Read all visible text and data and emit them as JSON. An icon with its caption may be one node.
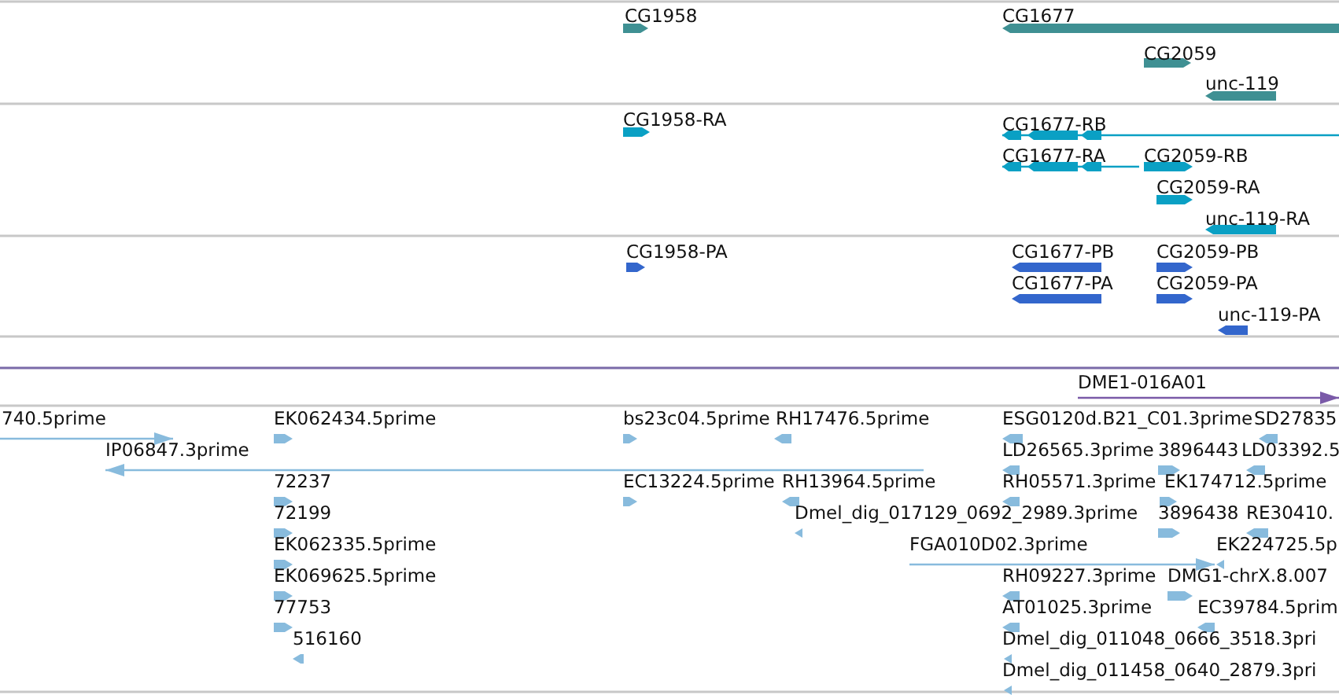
{
  "diagram": {
    "labels": [
      "CG1958",
      "CG1677",
      "CG2059",
      "unc-119",
      "CG1958-RA",
      "CG1677-RB",
      "CG1677-RA",
      "CG2059-RB",
      "CG2059-RA",
      "unc-119-RA",
      "CG1958-PA",
      "CG1677-PB",
      "CG2059-PB",
      "CG1677-PA",
      "CG2059-PA",
      "unc-119-PA",
      "DME1-016A01",
      "740.5prime",
      "EK062434.5prime",
      "bs23c04.5prime",
      "RH17476.5prime",
      "ESG0120d.B21_C01.3prime",
      "SD27835",
      "IP06847.3prime",
      "LD26565.3prime",
      "3896443",
      "LD03392.5",
      "72237",
      "EC13224.5prime",
      "RH13964.5prime",
      "RH05571.3prime",
      "EK174712.5prime",
      "72199",
      "Dmel_dig_017129_0692_2989.3prime",
      "3896438",
      "RE30410.",
      "EK062335.5prime",
      "FGA010D02.3prime",
      "EK224725.5p",
      "EK069625.5prime",
      "RH09227.3prime",
      "DMG1-chrX.8.007",
      "77753",
      "AT01025.3prime",
      "EC39784.5prim",
      "516160",
      "Dmel_dig_011048_0666_3518.3pri",
      "Dmel_dig_011458_0640_2879.3pri"
    ]
  }
}
